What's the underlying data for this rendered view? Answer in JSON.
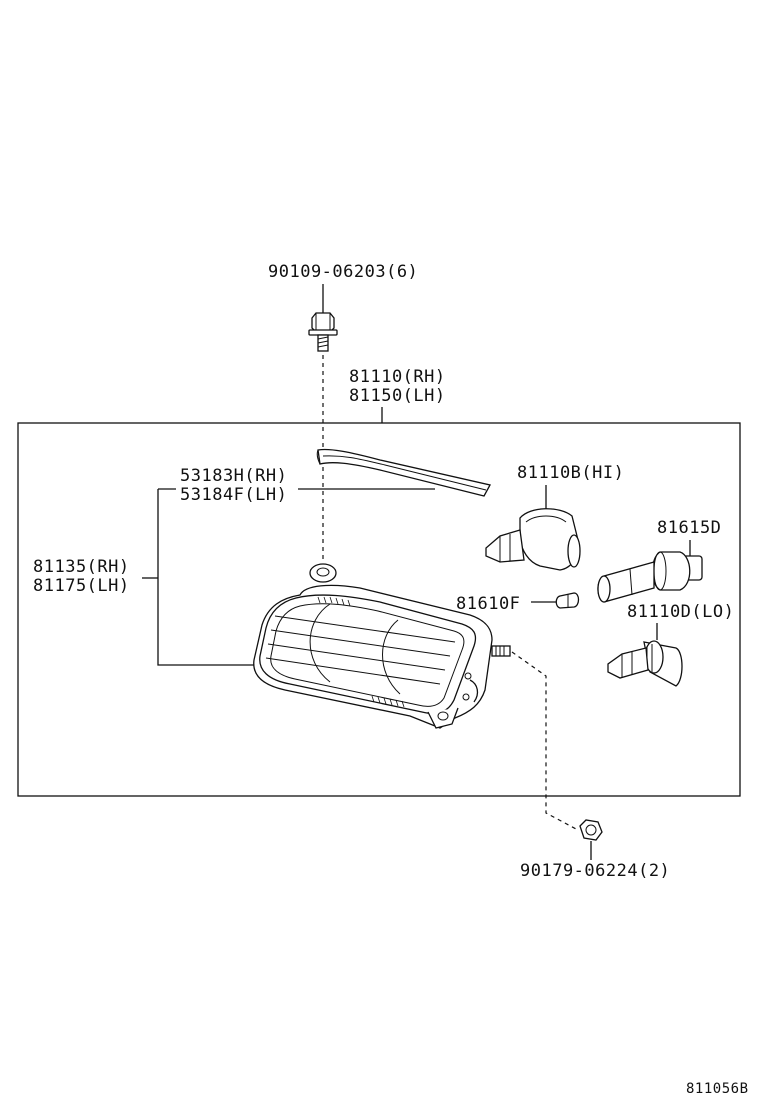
{
  "labels": {
    "bolt_top": "90109-06203(6)",
    "unit_rh": "81110(RH)",
    "unit_lh": "81150(LH)",
    "seal_rh": "53183H(RH)",
    "seal_lh": "53184F(LH)",
    "lens_rh": "81135(RH)",
    "lens_lh": "81175(LH)",
    "bulb_hi": "81110B(HI)",
    "socket": "81615D",
    "bulb_small": "81610F",
    "bulb_lo": "81110D(LO)",
    "nut_bottom": "90179-06224(2)",
    "figure_id": "811056B"
  }
}
